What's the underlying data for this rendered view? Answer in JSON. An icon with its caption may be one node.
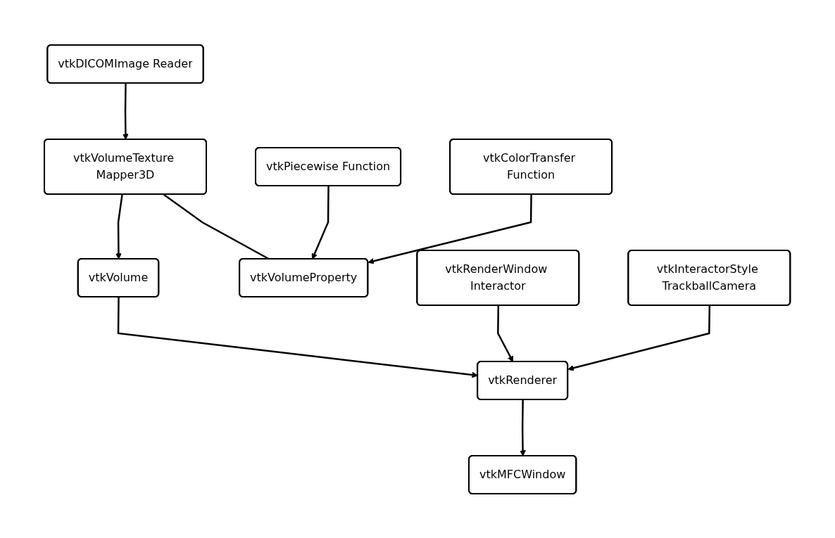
{
  "diagram": {
    "nodes": [
      {
        "text": [
          "vtkDICOMImage Reader"
        ]
      },
      {
        "text": [
          "vtkVolumeTexture Mapper3D"
        ]
      },
      {
        "text": [
          "vtkVolume"
        ]
      },
      {
        "text": [
          "vtkVolumeProperty"
        ]
      },
      {
        "text": [
          "vtkRenderWindow Interactor"
        ]
      },
      {
        "text": [
          "vtkInteractorStyle TrackballCamera"
        ]
      },
      {
        "text": [
          "vtkPiecewise Function"
        ]
      },
      {
        "text": [
          "vtkColorTransfer Function"
        ]
      },
      {
        "text": [
          "vtkRenderer"
        ]
      },
      {
        "text": [
          "vtkMFCWindow"
        ]
      }
    ],
    "edges": [
      {
        "from": 0,
        "to": 1,
        "arrow": "to"
      },
      {
        "from": 1,
        "to": 2,
        "arrow": "to"
      },
      {
        "from": 1,
        "to": 3,
        "arrow": "none"
      },
      {
        "from": 2,
        "to": 8,
        "arrow": "to"
      },
      {
        "from": 4,
        "to": 8,
        "arrow": "to"
      },
      {
        "from": 5,
        "to": 8,
        "arrow": "to"
      },
      {
        "from": 6,
        "to": 3,
        "arrow": "to"
      },
      {
        "from": 7,
        "to": 3,
        "arrow": "to"
      },
      {
        "from": 8,
        "to": 9,
        "arrow": "to"
      }
    ]
  }
}
